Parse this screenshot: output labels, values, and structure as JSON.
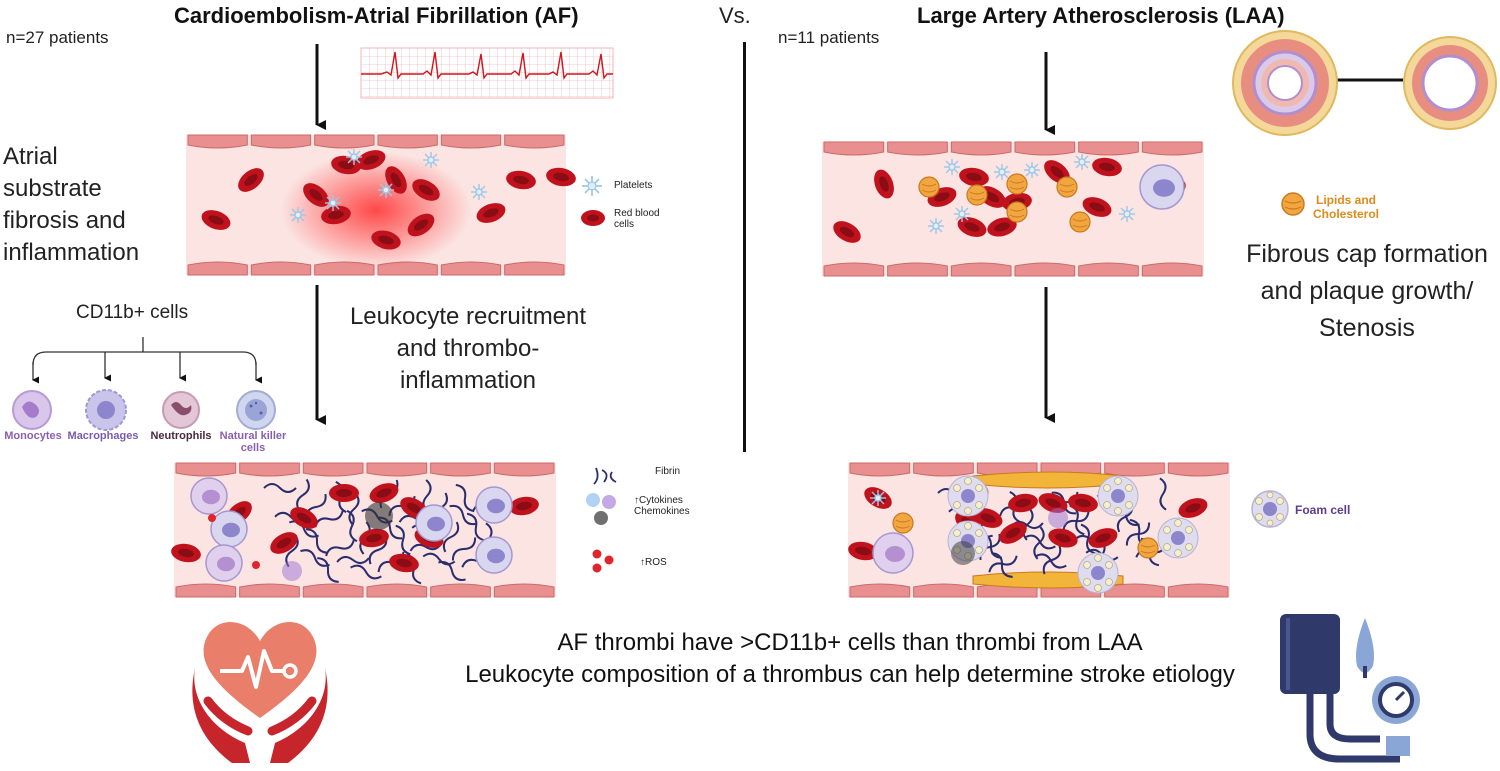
{
  "colors": {
    "vessel_wall": "#e98f8f",
    "vessel_lumen": "#fbe4e2",
    "rbc": "#c0121c",
    "platelet": "#9cc7e8",
    "fibrin": "#2a2d6e",
    "lipid": "#f2a640",
    "cell_purple": "#7c4fa0",
    "arrow": "#111111",
    "heart": "#e97e6a",
    "hands": "#c7252c",
    "bp_device": "#2f3a6b",
    "bp_bulb": "#8aa6d6"
  },
  "left": {
    "title": "Cardioembolism-Atrial Fibrillation (AF)",
    "patients": "n=27 patients",
    "stage1_text_lines": [
      "Atrial",
      "substrate",
      "fibrosis and",
      "inflammation"
    ],
    "legend_platelets": "Platelets",
    "legend_rbc_lines": [
      "Red blood",
      "cells"
    ],
    "cd11b_label": "CD11b+ cells",
    "cells": [
      {
        "label_lines": [
          "Monocytes"
        ],
        "color": "#8b5fb0",
        "icon": "monocyte-icon"
      },
      {
        "label_lines": [
          "Macrophages"
        ],
        "color": "#7a5ab0",
        "icon": "macrophage-icon"
      },
      {
        "label_lines": [
          "Neutrophils"
        ],
        "color": "#4a2a3a",
        "icon": "neutrophil-icon"
      },
      {
        "label_lines": [
          "Natural killer",
          "cells"
        ],
        "color": "#8b5fb0",
        "icon": "nk-cell-icon"
      }
    ],
    "stage2_text_lines": [
      "Leukocyte recruitment",
      "and thrombo-",
      "inflammation"
    ],
    "legend_fibrin": "Fibrin",
    "legend_cytokines_lines": [
      "↑Cytokines",
      "Chemokines"
    ],
    "legend_ros": "↑ROS"
  },
  "divider": {
    "label": "Vs."
  },
  "right": {
    "title": "Large Artery Atherosclerosis (LAA)",
    "patients": "n=11 patients",
    "legend_lipids_lines": [
      "Lipids and",
      "Cholesterol"
    ],
    "stage_text_lines": [
      "Fibrous cap formation",
      "and plaque growth/",
      "Stenosis"
    ],
    "legend_foam": "Foam cell"
  },
  "conclusion": {
    "line1": "AF thrombi have >CD11b+  cells than thrombi from LAA",
    "line2": "Leukocyte composition of a thrombus can help determine stroke etiology"
  }
}
